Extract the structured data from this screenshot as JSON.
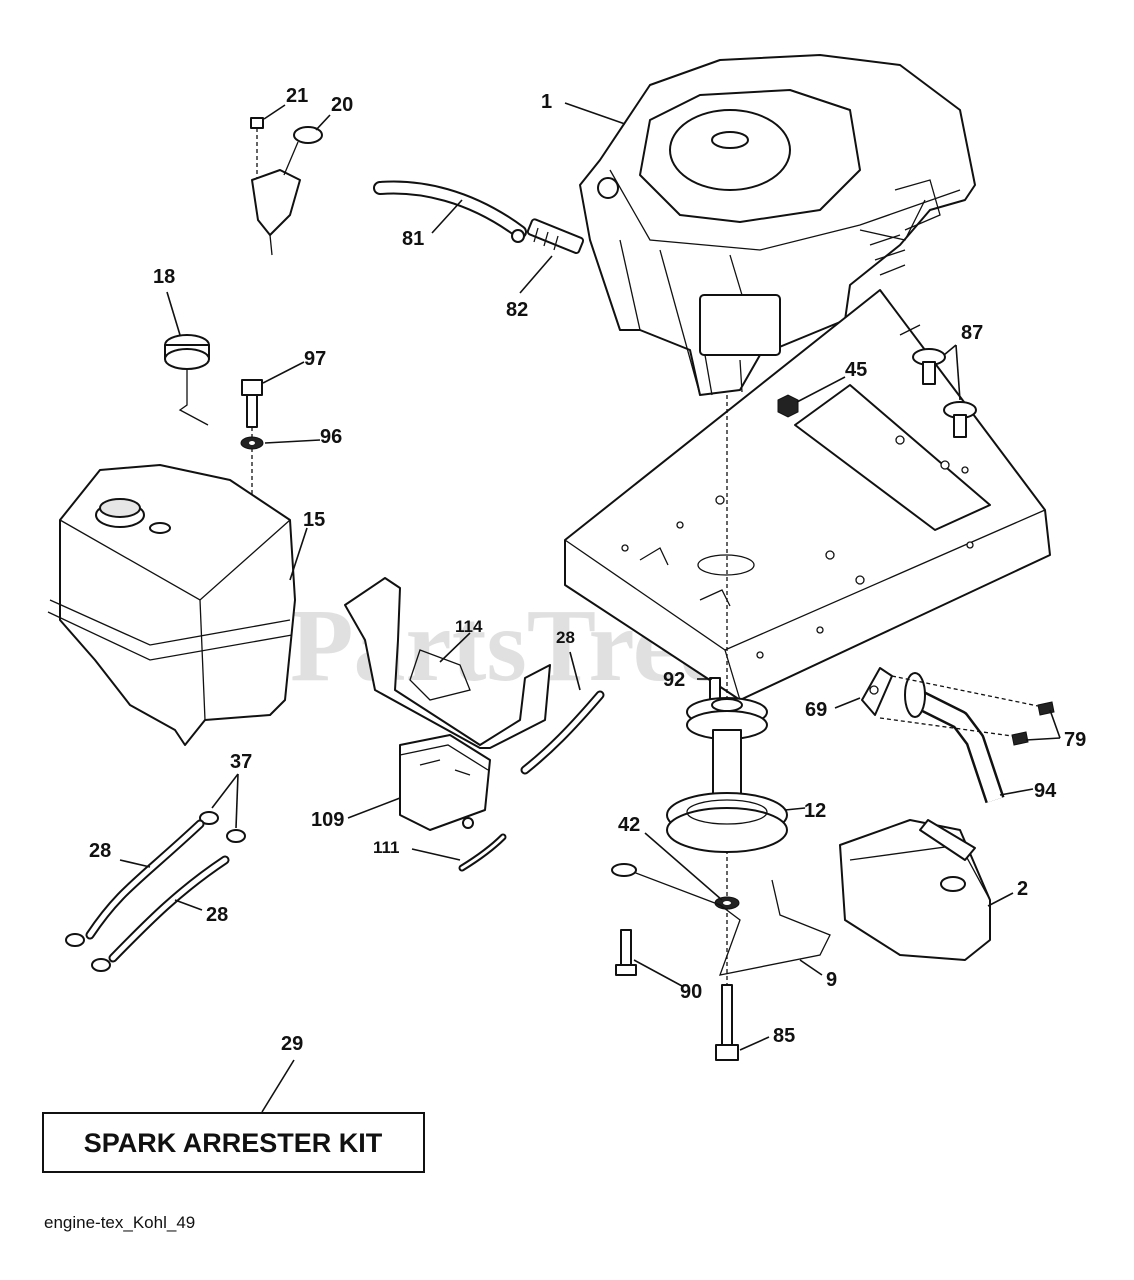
{
  "watermark": "PartsTree",
  "kit_label": "SPARK ARRESTER KIT",
  "footer": "engine-tex_Kohl_49",
  "callouts": {
    "c1": "1",
    "c2": "2",
    "c9": "9",
    "c12": "12",
    "c15": "15",
    "c18": "18",
    "c20": "20",
    "c21": "21",
    "c28a": "28",
    "c28b": "28",
    "c28c": "28",
    "c29": "29",
    "c37": "37",
    "c42": "42",
    "c45": "45",
    "c69": "69",
    "c79": "79",
    "c81": "81",
    "c82": "82",
    "c85": "85",
    "c87": "87",
    "c90": "90",
    "c92": "92",
    "c94": "94",
    "c96": "96",
    "c97": "97",
    "c109": "109",
    "c111": "111",
    "c114": "114"
  }
}
